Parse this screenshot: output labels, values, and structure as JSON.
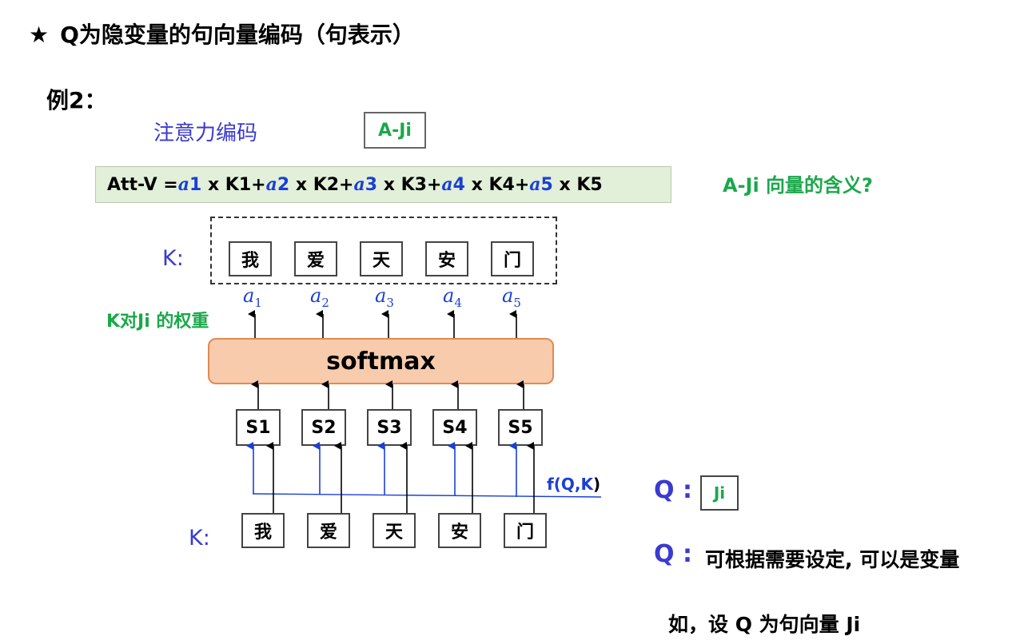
{
  "title": "Q为隐变量的句向量编码（句表示）",
  "title_icon": "star-icon",
  "example_label": "例2：",
  "attention_label": "注意力编码",
  "aji_box_label": "A-Ji",
  "formula": {
    "prefix": "Att-V = ",
    "terms": [
      {
        "a": "a",
        "n": "1",
        "rest": " x K1+"
      },
      {
        "a": "a",
        "n": "2",
        "rest": " x K2+"
      },
      {
        "a": "a",
        "n": "3",
        "rest": " x K3+"
      },
      {
        "a": "a",
        "n": "4",
        "rest": " x K4+"
      },
      {
        "a": "a",
        "n": "5",
        "rest": " x K5"
      }
    ]
  },
  "aji_question": "A-Ji 向量的含义?",
  "k_label": "K:",
  "keys_top": [
    "我",
    "爱",
    "天",
    "安",
    "门"
  ],
  "alphas": [
    {
      "sym": "a",
      "sub": "1"
    },
    {
      "sym": "a",
      "sub": "2"
    },
    {
      "sym": "a",
      "sub": "3"
    },
    {
      "sym": "a",
      "sub": "4"
    },
    {
      "sym": "a",
      "sub": "5"
    }
  ],
  "weight_label": "K对Ji 的权重",
  "softmax_label": "softmax",
  "scores": [
    "S1",
    "S2",
    "S3",
    "S4",
    "S5"
  ],
  "fqk_label": {
    "f": "f(Q,K",
    "close": ")"
  },
  "keys_bottom_label": "K:",
  "keys_bottom": [
    "我",
    "爱",
    "天",
    "安",
    "门"
  ],
  "q_label": "Q :",
  "ji_box_label": "Ji",
  "q_label_2": "Q :",
  "q_description": "可根据需要设定, 可以是变量",
  "example_line": "如，设 Q 为句向量 Ji",
  "colors": {
    "blue": "#3a3ad0",
    "green": "#1aa84a",
    "softmax_fill": "#f8cbad",
    "formula_fill": "#e2efd9"
  }
}
